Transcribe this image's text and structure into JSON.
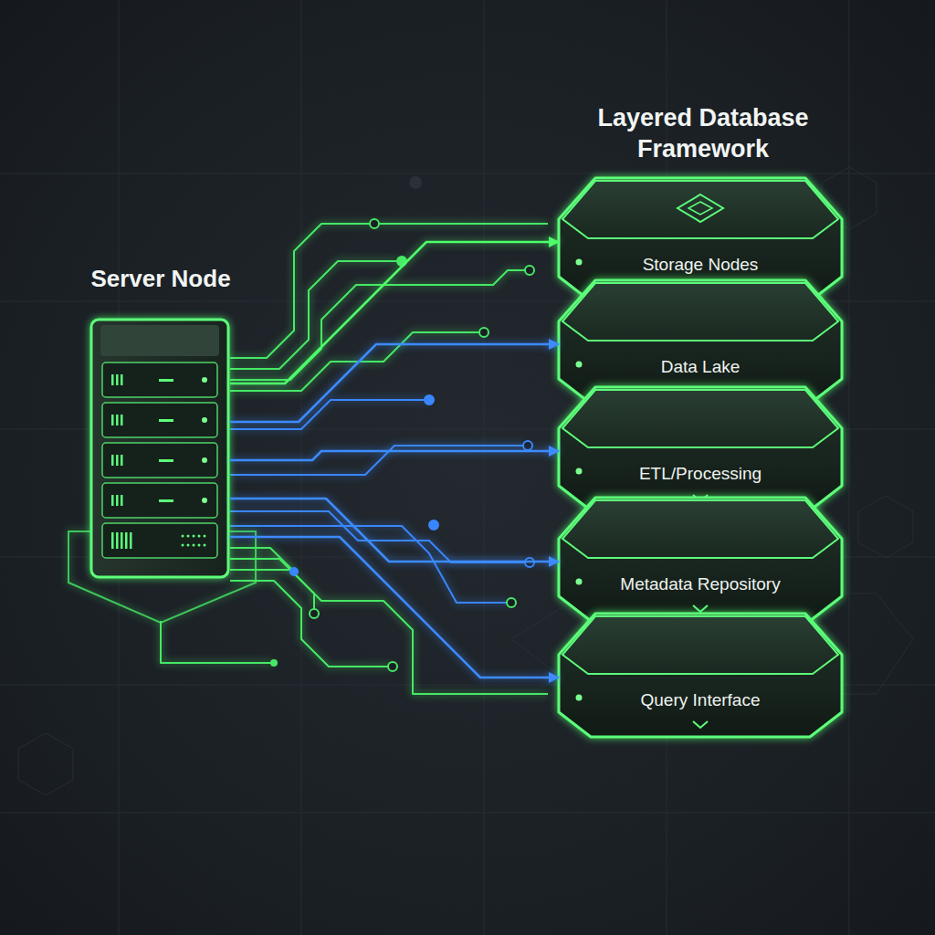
{
  "diagram": {
    "title": "Layered Database Framework",
    "nodes": [
      {
        "text": [
          "Server Node"
        ]
      },
      {
        "text": [
          "Storage Nodes"
        ]
      },
      {
        "text": [
          "Data Lake"
        ]
      },
      {
        "text": [
          "ETL/Processing"
        ]
      },
      {
        "text": [
          "Metadata Repository"
        ]
      },
      {
        "text": [
          "Query Interface"
        ]
      }
    ],
    "edges": [
      {
        "from": 0,
        "to": 1,
        "arrow": "to"
      },
      {
        "from": 0,
        "to": 2,
        "arrow": "to"
      },
      {
        "from": 0,
        "to": 3,
        "arrow": "to"
      },
      {
        "from": 0,
        "to": 4,
        "arrow": "to"
      },
      {
        "from": 0,
        "to": 5,
        "arrow": "to"
      }
    ]
  }
}
